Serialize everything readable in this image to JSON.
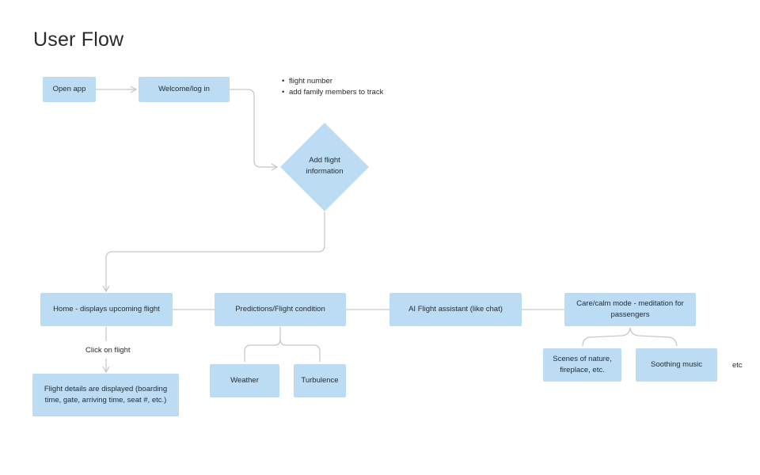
{
  "title": "User Flow",
  "nodes": {
    "open_app": "Open app",
    "welcome": "Welcome/log in",
    "add_flight": "Add flight information",
    "home": "Home - displays upcoming flight",
    "predictions": "Predictions/Flight condition",
    "ai_assistant": "AI Flight assistant (like chat)",
    "care_mode": "Care/calm mode - meditation for passengers",
    "flight_details": "Flight details are displayed (boarding time, gate, arriving time, seat #, etc.)",
    "weather": "Weather",
    "turbulence": "Turbulence",
    "scenes": "Scenes of nature, fireplace, etc.",
    "soothing_music": "Soothing music"
  },
  "notes": {
    "bullets": [
      "flight number",
      "add family members to track"
    ],
    "click_on_flight": "Click on flight",
    "etc": "etc"
  },
  "colors": {
    "box_fill": "#bcdcf3",
    "connector": "#c8c8c8"
  }
}
